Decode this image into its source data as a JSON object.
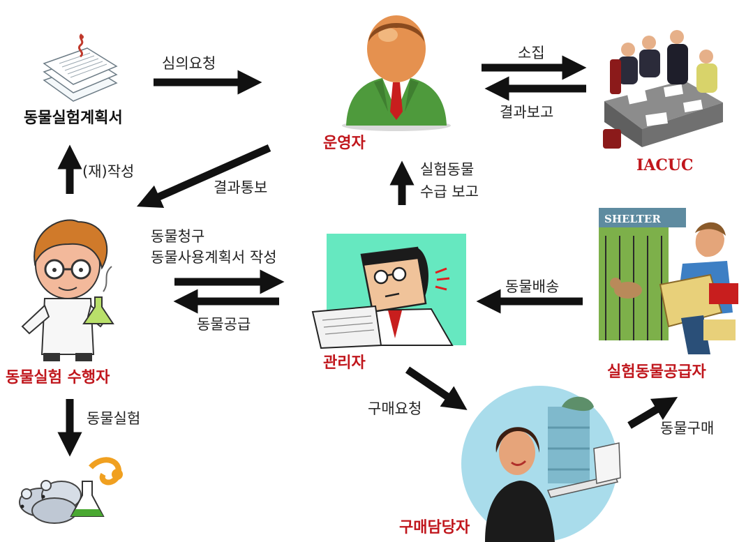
{
  "nodes": {
    "plan_doc": "동물실험계획서",
    "operator": "운영자",
    "iacuc": "IACUC",
    "experimenter": "동물실험 수행자",
    "manager": "관리자",
    "supplier": "실험동물공급자",
    "purchaser": "구매담당자",
    "shelter_sign": "SHELTER"
  },
  "edges": {
    "review_request": "심의요청",
    "convene": "소집",
    "result_report": "결과보고",
    "re_write": "(재)작성",
    "result_notice": "결과통보",
    "supply_report_line1": "실험동물",
    "supply_report_line2": "수급 보고",
    "animal_request_line1": "동물청구",
    "animal_request_line2": "동물사용계획서 작성",
    "animal_supply": "동물공급",
    "animal_delivery": "동물배송",
    "purchase_request": "구매요청",
    "animal_purchase": "동물구매",
    "animal_experiment": "동물실험"
  },
  "colors": {
    "node_label_red": "#c0161c",
    "arrow": "#111111",
    "manager_bg": "#66e8c0",
    "purchaser_bg": "#a9dceb",
    "operator_suit": "#4e9a3c"
  }
}
